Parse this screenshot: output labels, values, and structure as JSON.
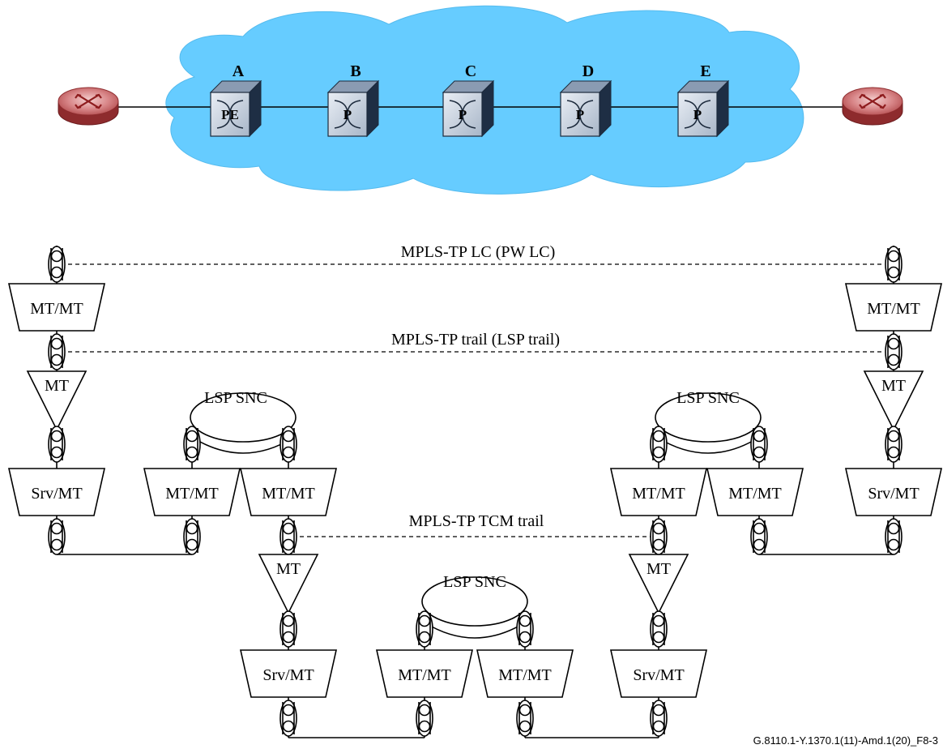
{
  "network": {
    "nodes": [
      {
        "letter": "A",
        "type": "PE"
      },
      {
        "letter": "B",
        "type": "P"
      },
      {
        "letter": "C",
        "type": "P"
      },
      {
        "letter": "D",
        "type": "P"
      },
      {
        "letter": "E",
        "type": "P"
      }
    ],
    "cloud_color": "#66CCFF",
    "router_color": "#B22222"
  },
  "labels": {
    "pw_lc": "MPLS-TP LC (PW LC)",
    "lsp_trail": "MPLS-TP trail (LSP trail)",
    "tcm_trail": "MPLS-TP TCM trail",
    "lsp_snc": "LSP SNC",
    "mt_mt": "MT/MT",
    "mt": "MT",
    "srv_mt": "Srv/MT"
  },
  "figure_ref": "G.8110.1-Y.1370.1(11)-Amd.1(20)_F8-3"
}
